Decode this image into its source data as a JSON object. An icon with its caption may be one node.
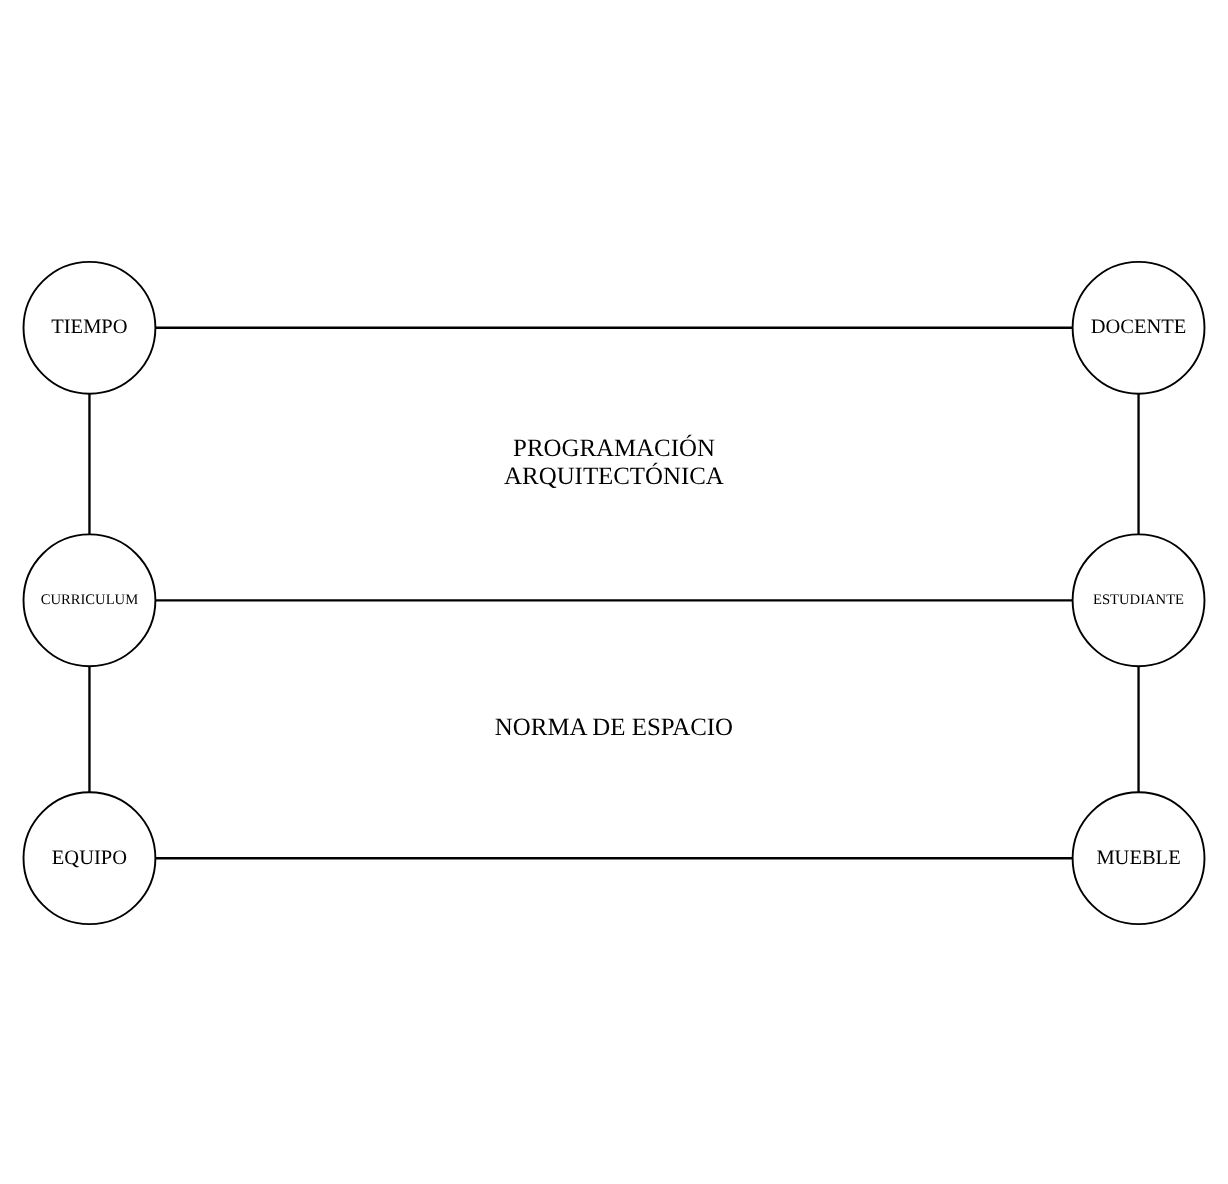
{
  "diagram": {
    "nodes": [
      {
        "text": [
          "TIEMPO"
        ]
      },
      {
        "text": [
          "DOCENTE"
        ]
      },
      {
        "text": [
          "CURRICULUM"
        ]
      },
      {
        "text": [
          "ESTUDIANTE"
        ]
      },
      {
        "text": [
          "EQUIPO"
        ]
      },
      {
        "text": [
          "MUEBLE"
        ]
      }
    ],
    "edges": [
      {
        "from": 0,
        "to": 1,
        "arrow": "none"
      },
      {
        "from": 1,
        "to": 3,
        "arrow": "none"
      },
      {
        "from": 0,
        "to": 2,
        "arrow": "none"
      },
      {
        "from": 2,
        "to": 3,
        "arrow": "none"
      },
      {
        "from": 3,
        "to": 5,
        "arrow": "none"
      },
      {
        "from": 2,
        "to": 4,
        "arrow": "none"
      },
      {
        "from": 4,
        "to": 5,
        "arrow": "none"
      }
    ],
    "labels": [
      "PROGRAMACIÓN ARQUITECTÓNICA",
      "NORMA DE ESPACIO"
    ]
  }
}
